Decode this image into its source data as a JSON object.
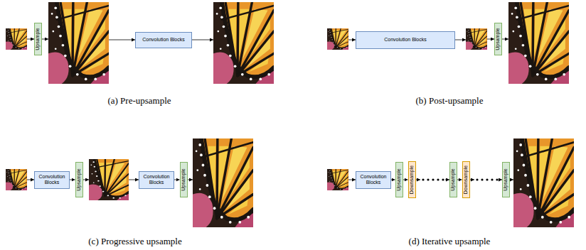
{
  "diagram": {
    "nodes": [
      {
        "text": [
          "Upsample"
        ]
      },
      {
        "text": [
          "Convolution Blocks"
        ]
      },
      {
        "text": [
          "Convolution Blocks"
        ]
      },
      {
        "text": [
          "Upsample"
        ]
      },
      {
        "text": [
          "Convolution Blocks"
        ]
      },
      {
        "text": [
          "Upsample"
        ]
      },
      {
        "text": [
          "Convolution Blocks"
        ]
      },
      {
        "text": [
          "Upsample"
        ]
      },
      {
        "text": [
          "Convolution Blocks"
        ]
      },
      {
        "text": [
          "Upsample"
        ]
      },
      {
        "text": [
          "Downsample"
        ]
      },
      {
        "text": [
          "Upsample"
        ]
      },
      {
        "text": [
          "Downsample"
        ]
      },
      {
        "text": [
          "Upsample"
        ]
      }
    ],
    "edges": [
      {
        "from": 4,
        "to": 5,
        "arrow": "to"
      },
      {
        "from": 6,
        "to": 7,
        "arrow": "to"
      },
      {
        "from": 8,
        "to": 9,
        "arrow": "to"
      },
      {
        "from": 9,
        "to": 10,
        "arrow": "to"
      },
      {
        "from": 11,
        "to": 12,
        "arrow": "to"
      }
    ],
    "labels": [
      "(a) Pre-upsample",
      "(b) Post-upsample",
      "(c) Progressive upsample",
      "(d) Iterative upsample"
    ]
  }
}
